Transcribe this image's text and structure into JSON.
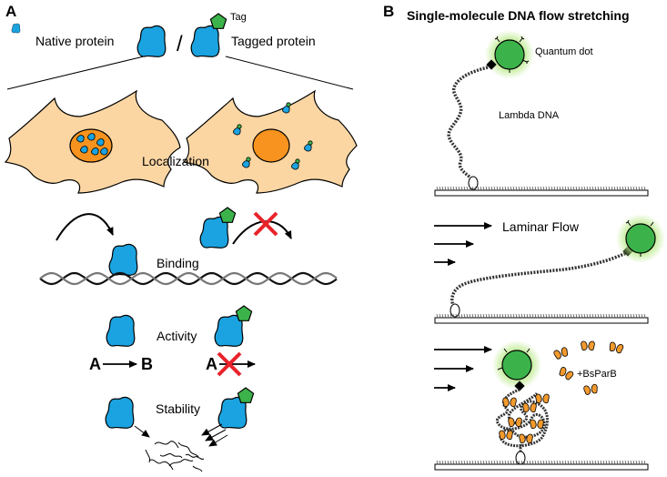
{
  "panel_a": {
    "letter": "A",
    "native_protein_label": "Native protein",
    "divider": "/",
    "tagged_protein_label": "Tagged protein",
    "tag_label": "Tag",
    "localization_label": "Localization",
    "binding_label": "Binding",
    "activity_label": "Activity",
    "reaction_a": "A",
    "reaction_b": "B",
    "reaction_a_blocked": "A",
    "stability_label": "Stability"
  },
  "panel_b": {
    "letter": "B",
    "title": "Single-molecule DNA flow stretching",
    "quantum_dot_label": "Quantum dot",
    "lambda_dna_label": "Lambda DNA",
    "laminar_flow_label": "Laminar Flow",
    "bsparb_label": "+BsParB"
  },
  "colors": {
    "protein_blue": "#1aa3e0",
    "tag_green": "#3cb34a",
    "cell_fill": "#fbd6a3",
    "nucleus_orange": "#f7931e",
    "block_red": "#e8232a",
    "parb_orange": "#f29a2e",
    "qdot_glow": "#b8e986"
  }
}
